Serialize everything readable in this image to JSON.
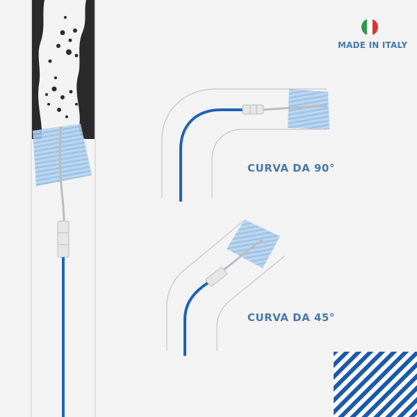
{
  "badge": {
    "text": "MADE IN ITALY",
    "flag_colors": [
      "#2e9a4a",
      "#ffffff",
      "#d9352e"
    ]
  },
  "labels": {
    "curve_90": "CURVA DA 90°",
    "curve_45": "CURVA DA 45°"
  },
  "colors": {
    "background": "#f3f3f3",
    "pipe_wall": "#2a2a2a",
    "cable": "#1f62b6",
    "cable_gray": "#b9bcc0",
    "brush": "#9ec3e6",
    "text": "#4a78a8",
    "stripes": "#1f5aa8"
  },
  "icons": [
    "italian-flag-icon",
    "brush-head-icon",
    "connector-icon",
    "stripe-pattern-icon"
  ]
}
